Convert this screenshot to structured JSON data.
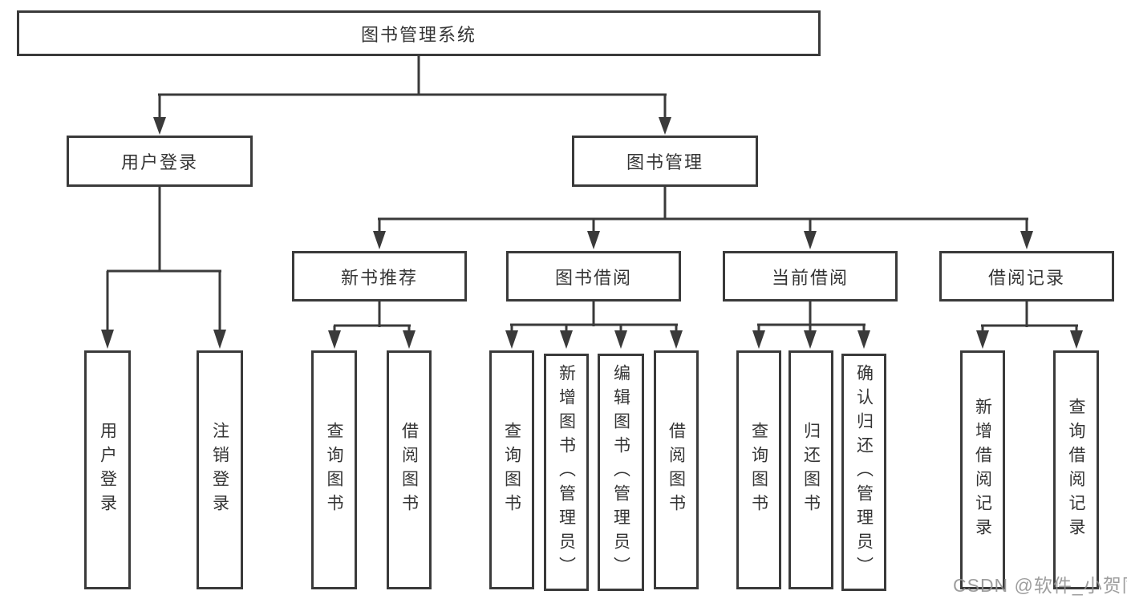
{
  "colors": {
    "line": "#3a3a3a",
    "text": "#353535",
    "background": "#ffffff",
    "watermark": "#919191"
  },
  "watermark": {
    "text": "CSDN @软件_小贺同学"
  },
  "diagram": {
    "type": "hierarchy-tree",
    "root": {
      "label": "图书管理系统",
      "children": [
        {
          "label": "用户登录",
          "children": [
            {
              "label": "用户登录"
            },
            {
              "label": "注销登录"
            }
          ]
        },
        {
          "label": "图书管理",
          "children": [
            {
              "label": "新书推荐",
              "children": [
                {
                  "label": "查询图书"
                },
                {
                  "label": "借阅图书"
                }
              ]
            },
            {
              "label": "图书借阅",
              "children": [
                {
                  "label": "查询图书"
                },
                {
                  "label": "新增图书（管理员）"
                },
                {
                  "label": "编辑图书（管理员）"
                },
                {
                  "label": "借阅图书"
                }
              ]
            },
            {
              "label": "当前借阅",
              "children": [
                {
                  "label": "查询图书"
                },
                {
                  "label": "归还图书"
                },
                {
                  "label": "确认归还（管理员）"
                }
              ]
            },
            {
              "label": "借阅记录",
              "children": [
                {
                  "label": "新增借阅记录"
                },
                {
                  "label": "查询借阅记录"
                }
              ]
            }
          ]
        }
      ]
    }
  }
}
